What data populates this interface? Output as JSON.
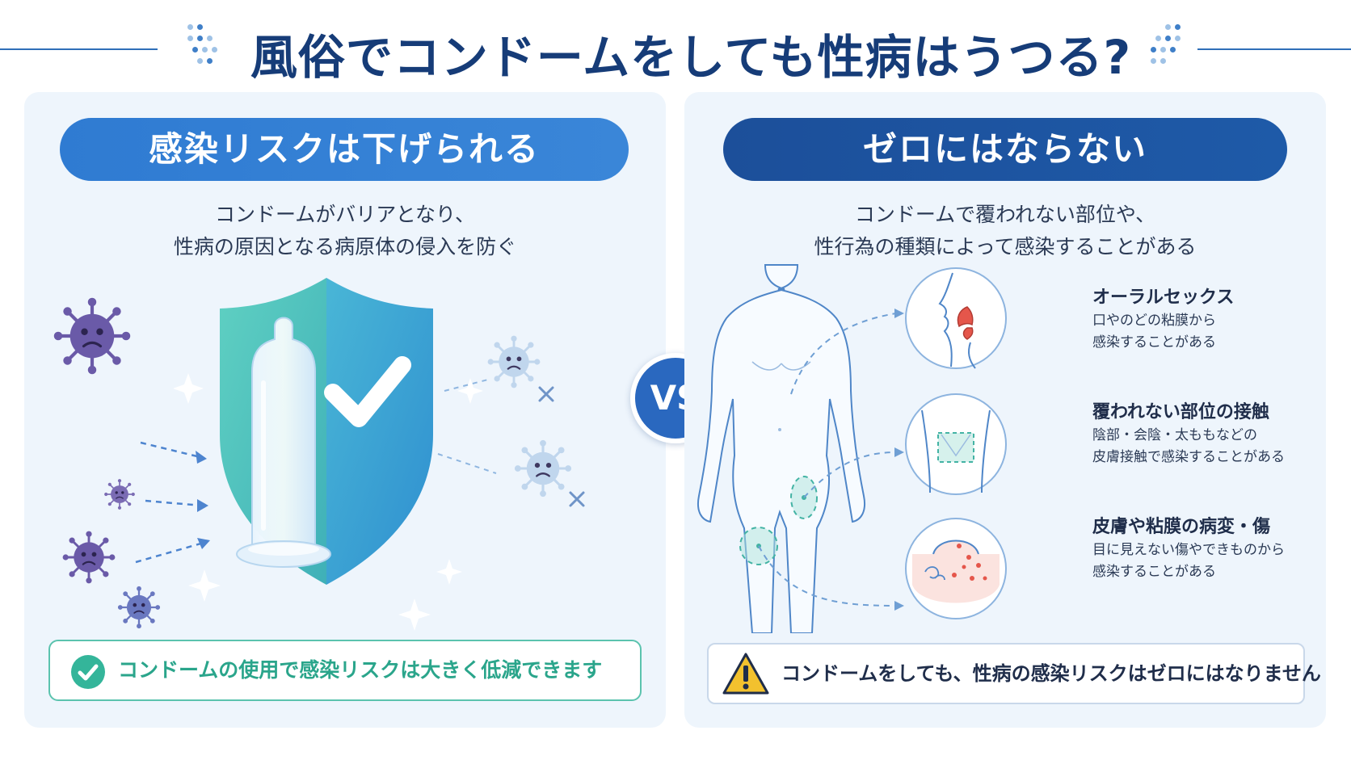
{
  "title": "風俗でコンドームをしても性病はうつる?",
  "left": {
    "heading": "感染リスクは下げられる",
    "desc_line1": "コンドームがバリアとなり、",
    "desc_line2": "性病の原因となる病原体の侵入を防ぐ",
    "footer": "コンドームの使用で感染リスクは大きく低減できます"
  },
  "vs": "VS",
  "right": {
    "heading": "ゼロにはならない",
    "desc_line1": "コンドームで覆われない部位や、",
    "desc_line2": "性行為の種類によって感染することがある",
    "items": [
      {
        "title": "オーラルセックス",
        "line1": "口やのどの粘膜から",
        "line2": "感染することがある"
      },
      {
        "title": "覆われない部位の接触",
        "line1": "陰部・会陰・太ももなどの",
        "line2": "皮膚接触で感染することがある"
      },
      {
        "title": "皮膚や粘膜の病変・傷",
        "line1": "目に見えない傷やできものから",
        "line2": "感染することがある"
      }
    ],
    "warning": "コンドームをしても、性病の感染リスクはゼロにはなりません"
  },
  "icons": {
    "virus": "virus-icon",
    "shield": "shield-icon",
    "check": "check-icon",
    "condom": "condom-icon",
    "body": "body-outline-icon",
    "warning": "warning-icon"
  },
  "colors": {
    "navy": "#163c78",
    "blue": "#2f7bd2",
    "teal": "#34b59a",
    "virus": "#6a5aa8",
    "warning": "#f2c12e"
  }
}
